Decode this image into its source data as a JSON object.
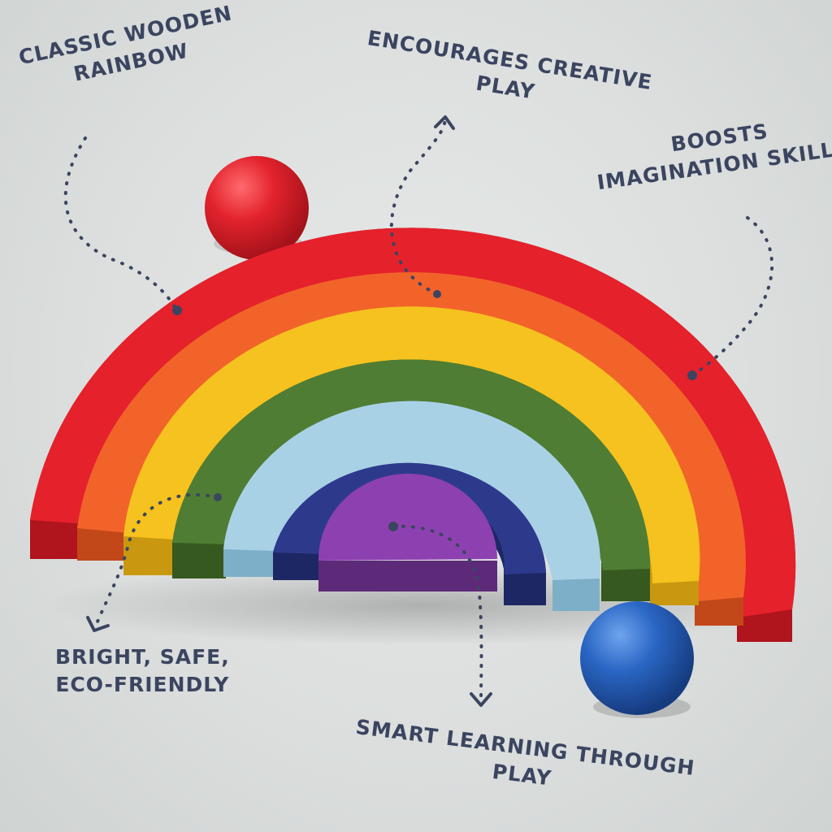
{
  "annotations": {
    "classic": {
      "line1": "Classic Wooden",
      "line2": "Rainbow"
    },
    "creative": {
      "line1": "Encourages Creative",
      "line2": "Play"
    },
    "imagination": {
      "line1": "Boosts",
      "line2": "Imagination Skills"
    },
    "safe": {
      "line1": "Bright, Safe,",
      "line2": "Eco-Friendly"
    },
    "learning": {
      "line1": "Smart Learning Through",
      "line2": "Play"
    }
  },
  "colors": {
    "text": "#3b4560",
    "arc_red": "#e5212b",
    "arc_orange": "#f2632a",
    "arc_yellow": "#f6c21f",
    "arc_green": "#4f7d33",
    "arc_lightblue": "#a9d1e6",
    "arc_navy": "#2d3a8c",
    "arc_purple": "#8d41b0",
    "ball_red": "#e3232d",
    "ball_blue": "#2a66c4"
  }
}
